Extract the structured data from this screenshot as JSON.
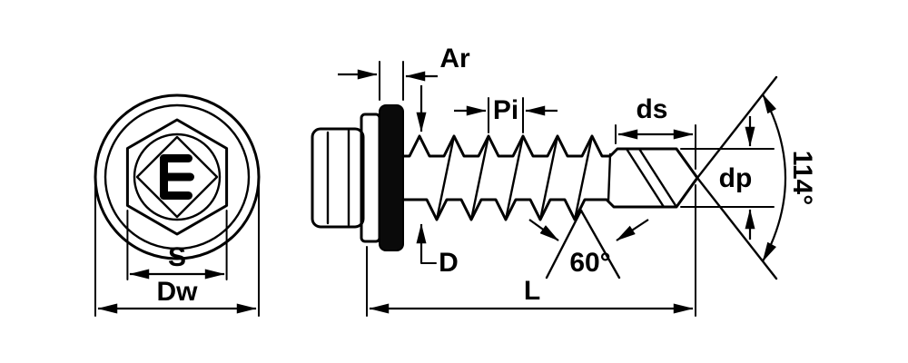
{
  "drawing": {
    "name": "Self-drilling roofing screw — dimensioned technical drawing",
    "colors": {
      "line": "#000000",
      "seal_fill": "#0a0a0a",
      "background": "#ffffff"
    },
    "views": {
      "front": {
        "name": "hex head front view"
      },
      "side": {
        "name": "screw side view"
      }
    },
    "dimensions": {
      "ar": "Ar",
      "pi": "Pi",
      "ds": "ds",
      "dp": "dp",
      "tip_angle": "114°",
      "d": "D",
      "thread_angle": "60°",
      "length": "L",
      "s": "S",
      "dw": "Dw"
    }
  }
}
